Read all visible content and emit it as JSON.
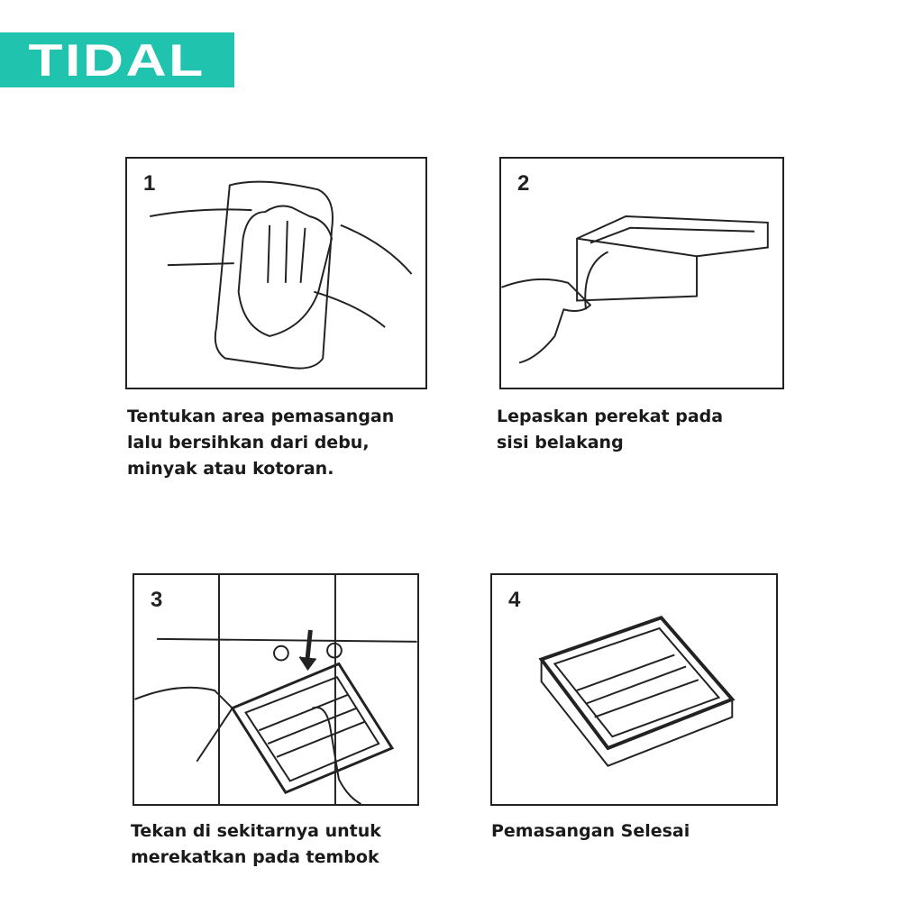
{
  "brand": {
    "logo_text": "TIDAL",
    "color": "#20c3ae"
  },
  "steps": [
    {
      "number": "1",
      "caption": [
        "Tentukan area pemasangan",
        "lalu bersihkan dari debu,",
        "minyak atau kotoran."
      ]
    },
    {
      "number": "2",
      "caption": [
        "Lepaskan perekat pada",
        "sisi belakang"
      ]
    },
    {
      "number": "3",
      "caption": [
        "Tekan di sekitarnya untuk",
        "merekatkan pada tembok"
      ]
    },
    {
      "number": "4",
      "caption": [
        "Pemasangan Selesai"
      ]
    }
  ]
}
